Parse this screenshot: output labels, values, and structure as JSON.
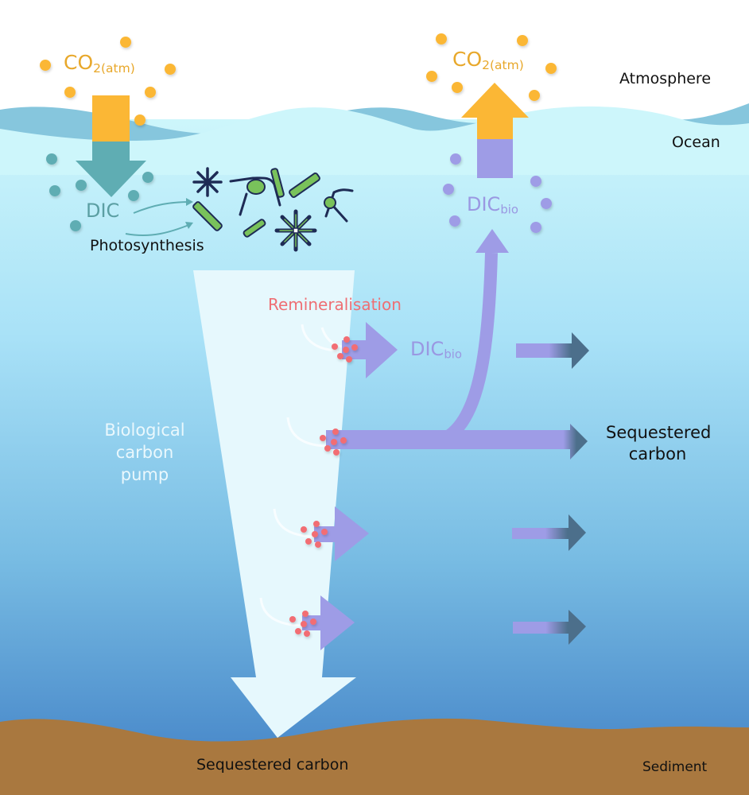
{
  "layers": {
    "atmosphere": "Atmosphere",
    "ocean": "Ocean",
    "sediment": "Sediment"
  },
  "surface_uptake": {
    "co2_main": "CO",
    "co2_sub": "2(atm)",
    "dic": "DIC",
    "photosynthesis": "Photosynthesis"
  },
  "surface_release": {
    "co2_main": "CO",
    "co2_sub": "2(atm)",
    "dic_main": "DIC",
    "dic_sub": "bio"
  },
  "pump": {
    "label_line1": "Biological",
    "label_line2": "carbon",
    "label_line3": "pump",
    "remineralisation": "Remineralisation",
    "dic_main": "DIC",
    "dic_sub": "bio"
  },
  "outcomes": {
    "sequestered_side_line1": "Sequestered",
    "sequestered_side_line2": "carbon",
    "sequestered_bottom": "Sequestered carbon"
  },
  "colors": {
    "co2": "#FBB735",
    "dic": "#5FADB3",
    "dic_bio": "#9E9CE6",
    "remin": "#F26D73",
    "remin_text": "#EE6F74",
    "sequester_arrow": "#4C6F8B",
    "sediment": "#A9783F",
    "plankton_dark": "#1E2B55",
    "plankton_green": "#79C25B"
  }
}
